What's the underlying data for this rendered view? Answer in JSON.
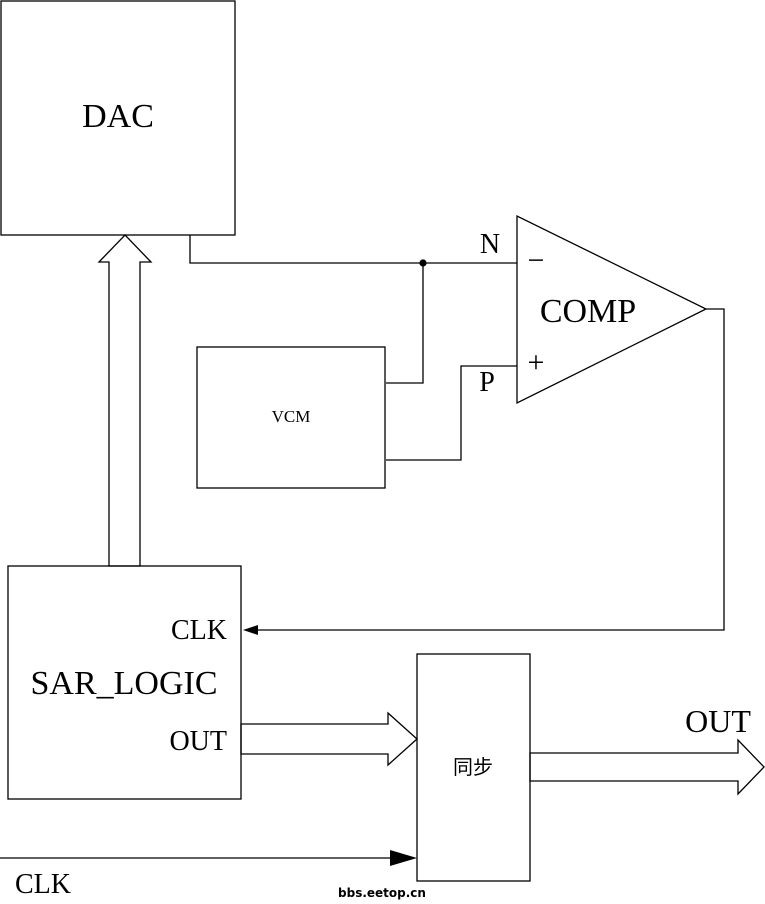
{
  "blocks": {
    "dac": "DAC",
    "vcm": "VCM",
    "comp": "COMP",
    "sar_logic": "SAR_LOGIC",
    "sync": "同步"
  },
  "pins": {
    "comp_n": "N",
    "comp_p": "P",
    "comp_minus": "−",
    "comp_plus": "+",
    "sar_clk": "CLK",
    "sar_out": "OUT"
  },
  "signals": {
    "output": "OUT",
    "clock_input": "CLK"
  },
  "watermark": "bbs.eetop.cn"
}
